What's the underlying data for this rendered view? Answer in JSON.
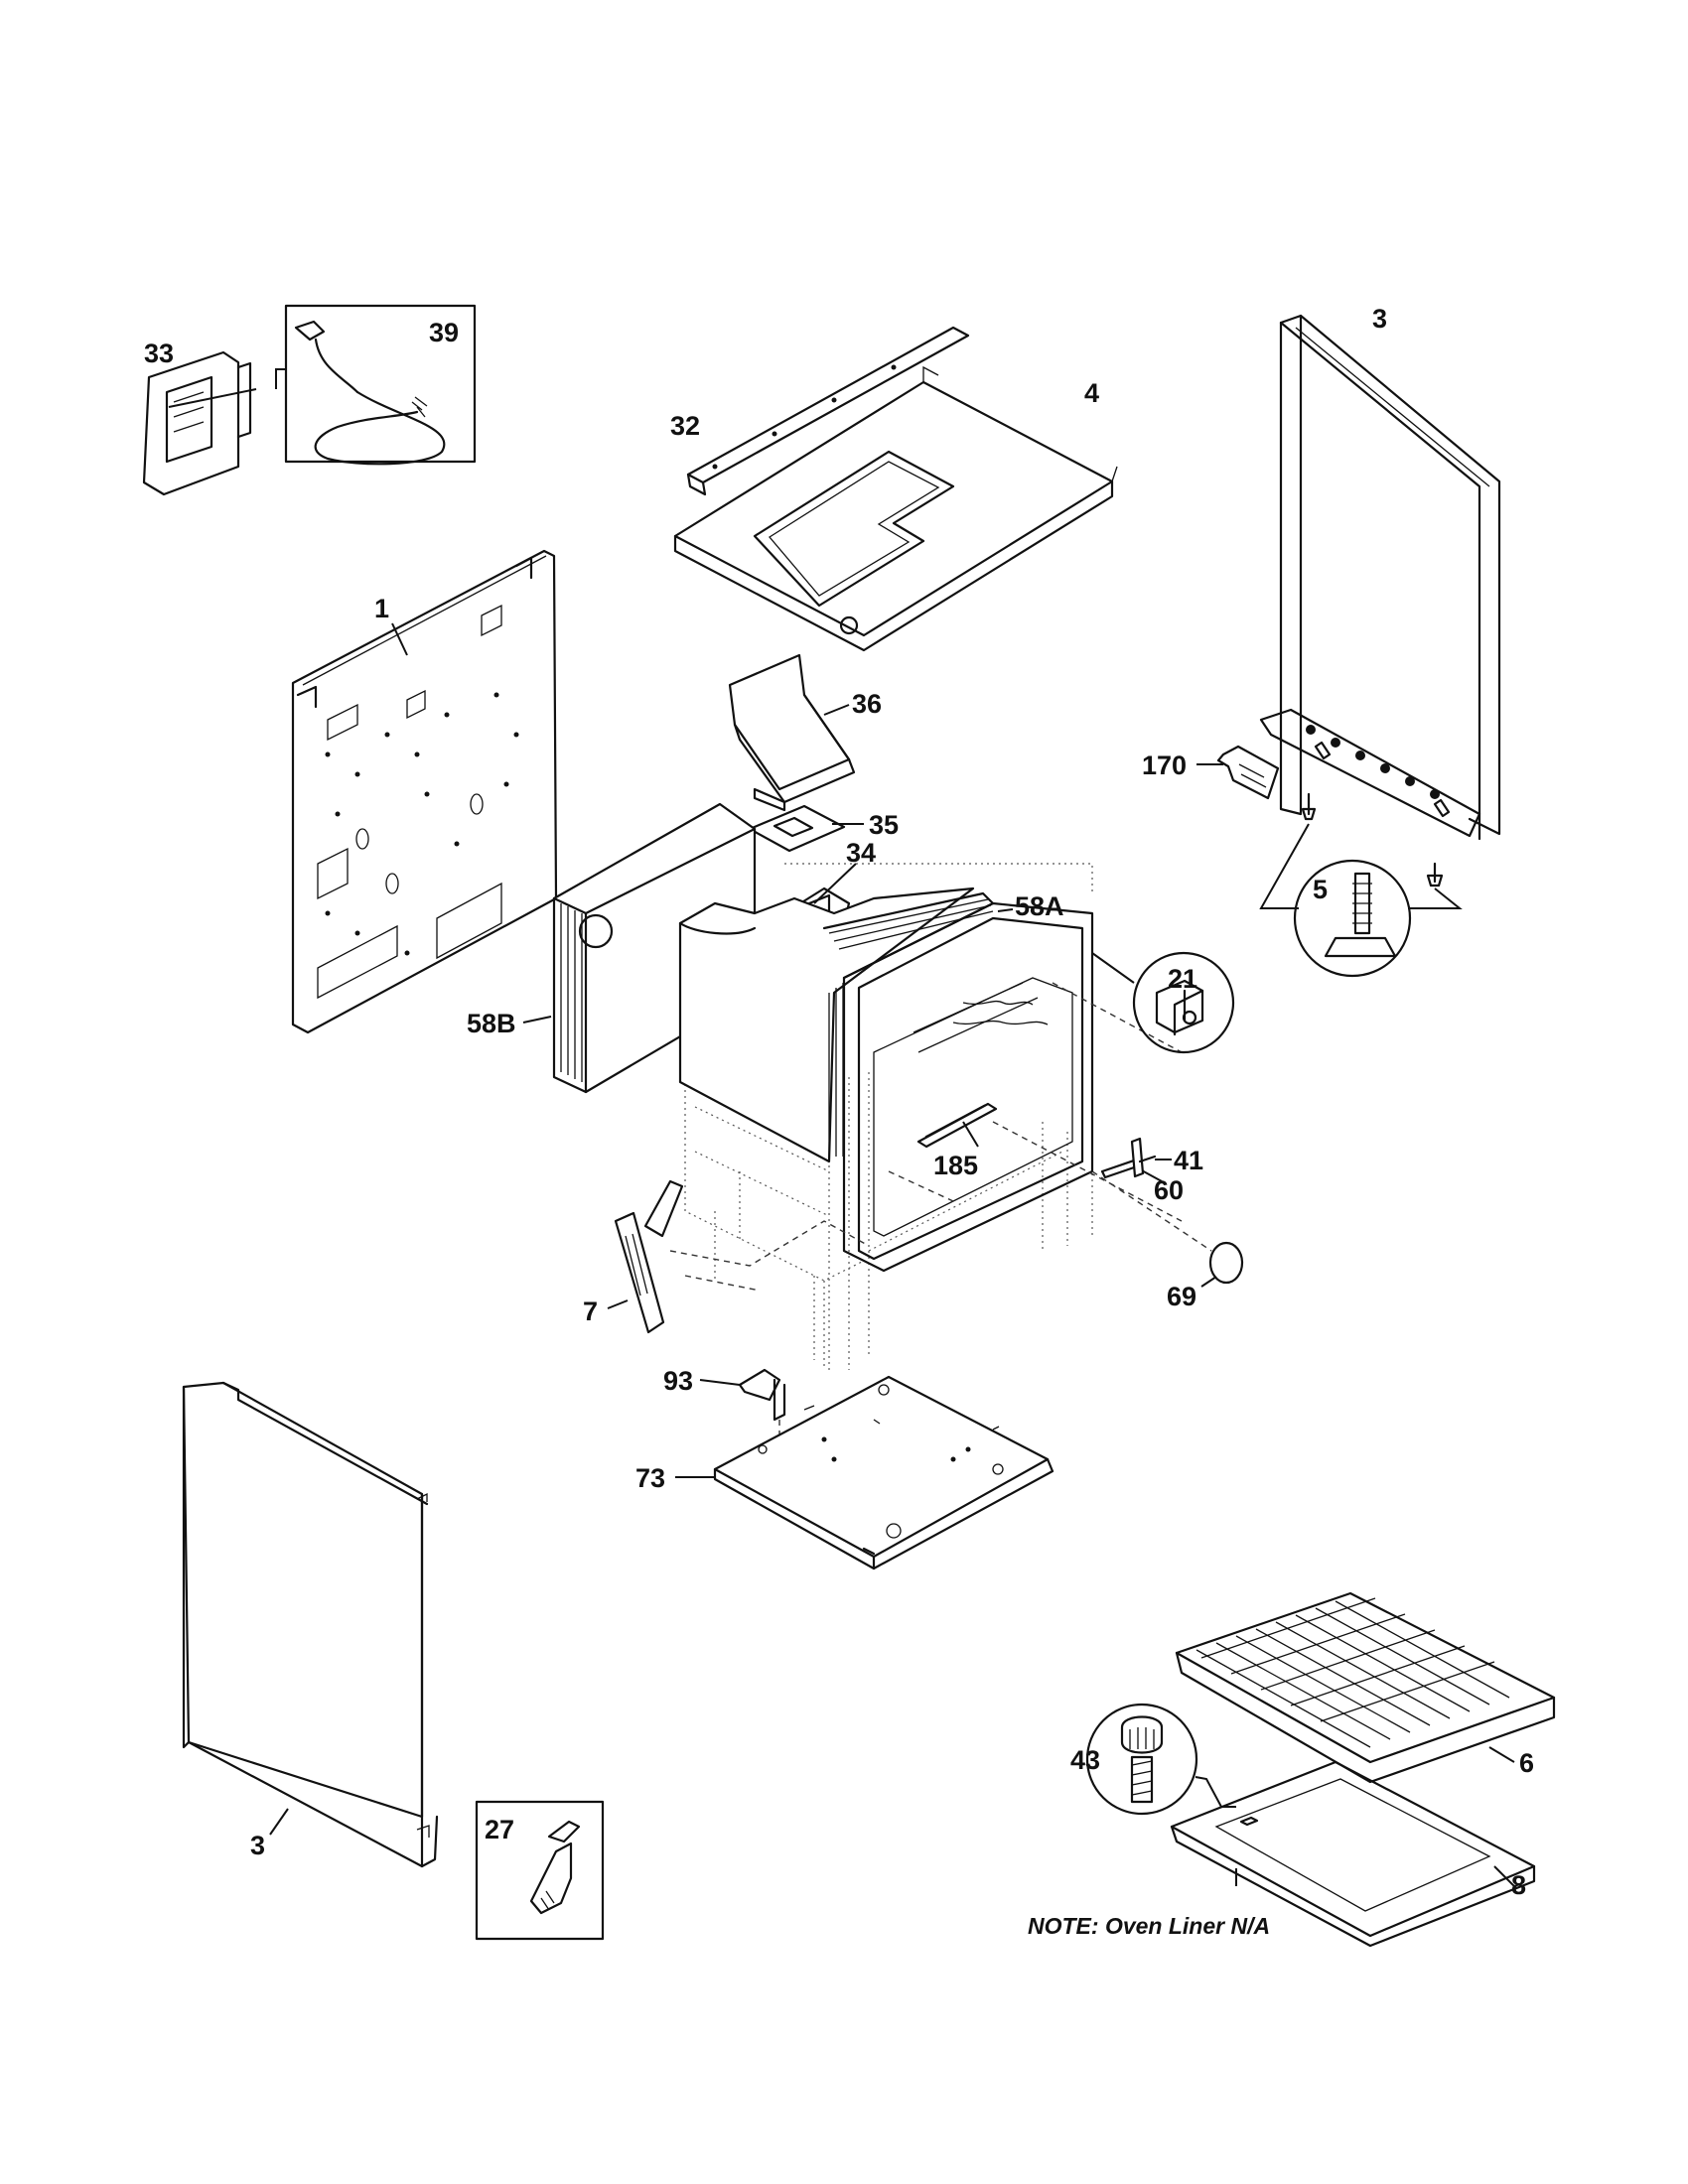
{
  "callouts": {
    "p39": "39",
    "p33": "33",
    "p32": "32",
    "p4": "4",
    "p3_top": "3",
    "p1": "1",
    "p36": "36",
    "p170": "170",
    "p35": "35",
    "p34": "34",
    "p58a": "58A",
    "p5": "5",
    "p21": "21",
    "p58b": "58B",
    "p60": "60",
    "p185": "185",
    "p41": "41",
    "p7": "7",
    "p69": "69",
    "p93": "93",
    "p73": "73",
    "p43": "43",
    "p6": "6",
    "p3_bottom": "3",
    "p27": "27",
    "p8": "8"
  },
  "note": "NOTE: Oven Liner N/A"
}
